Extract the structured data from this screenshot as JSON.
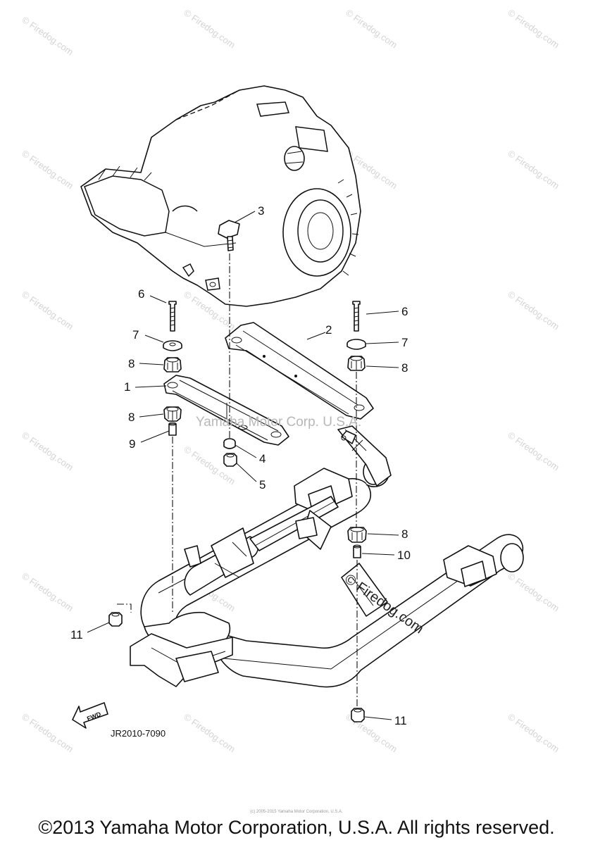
{
  "watermark": {
    "text": "© Firedog.com",
    "main_text": "Yamaha Motor Corp. U.S.A.",
    "frame_text": "© Firedog.com"
  },
  "callouts": [
    "1",
    "2",
    "3",
    "4",
    "5",
    "6",
    "6",
    "7",
    "7",
    "8",
    "8",
    "8",
    "8",
    "9",
    "10",
    "11",
    "11"
  ],
  "diagram_code": "JR2010-7090",
  "fwd_label": "FWD",
  "tiny_note": "(c) 2005-2015 Yamaha Motor Corporation, U.S.A.",
  "copyright": "©2013 Yamaha Motor Corporation, U.S.A. All rights reserved."
}
